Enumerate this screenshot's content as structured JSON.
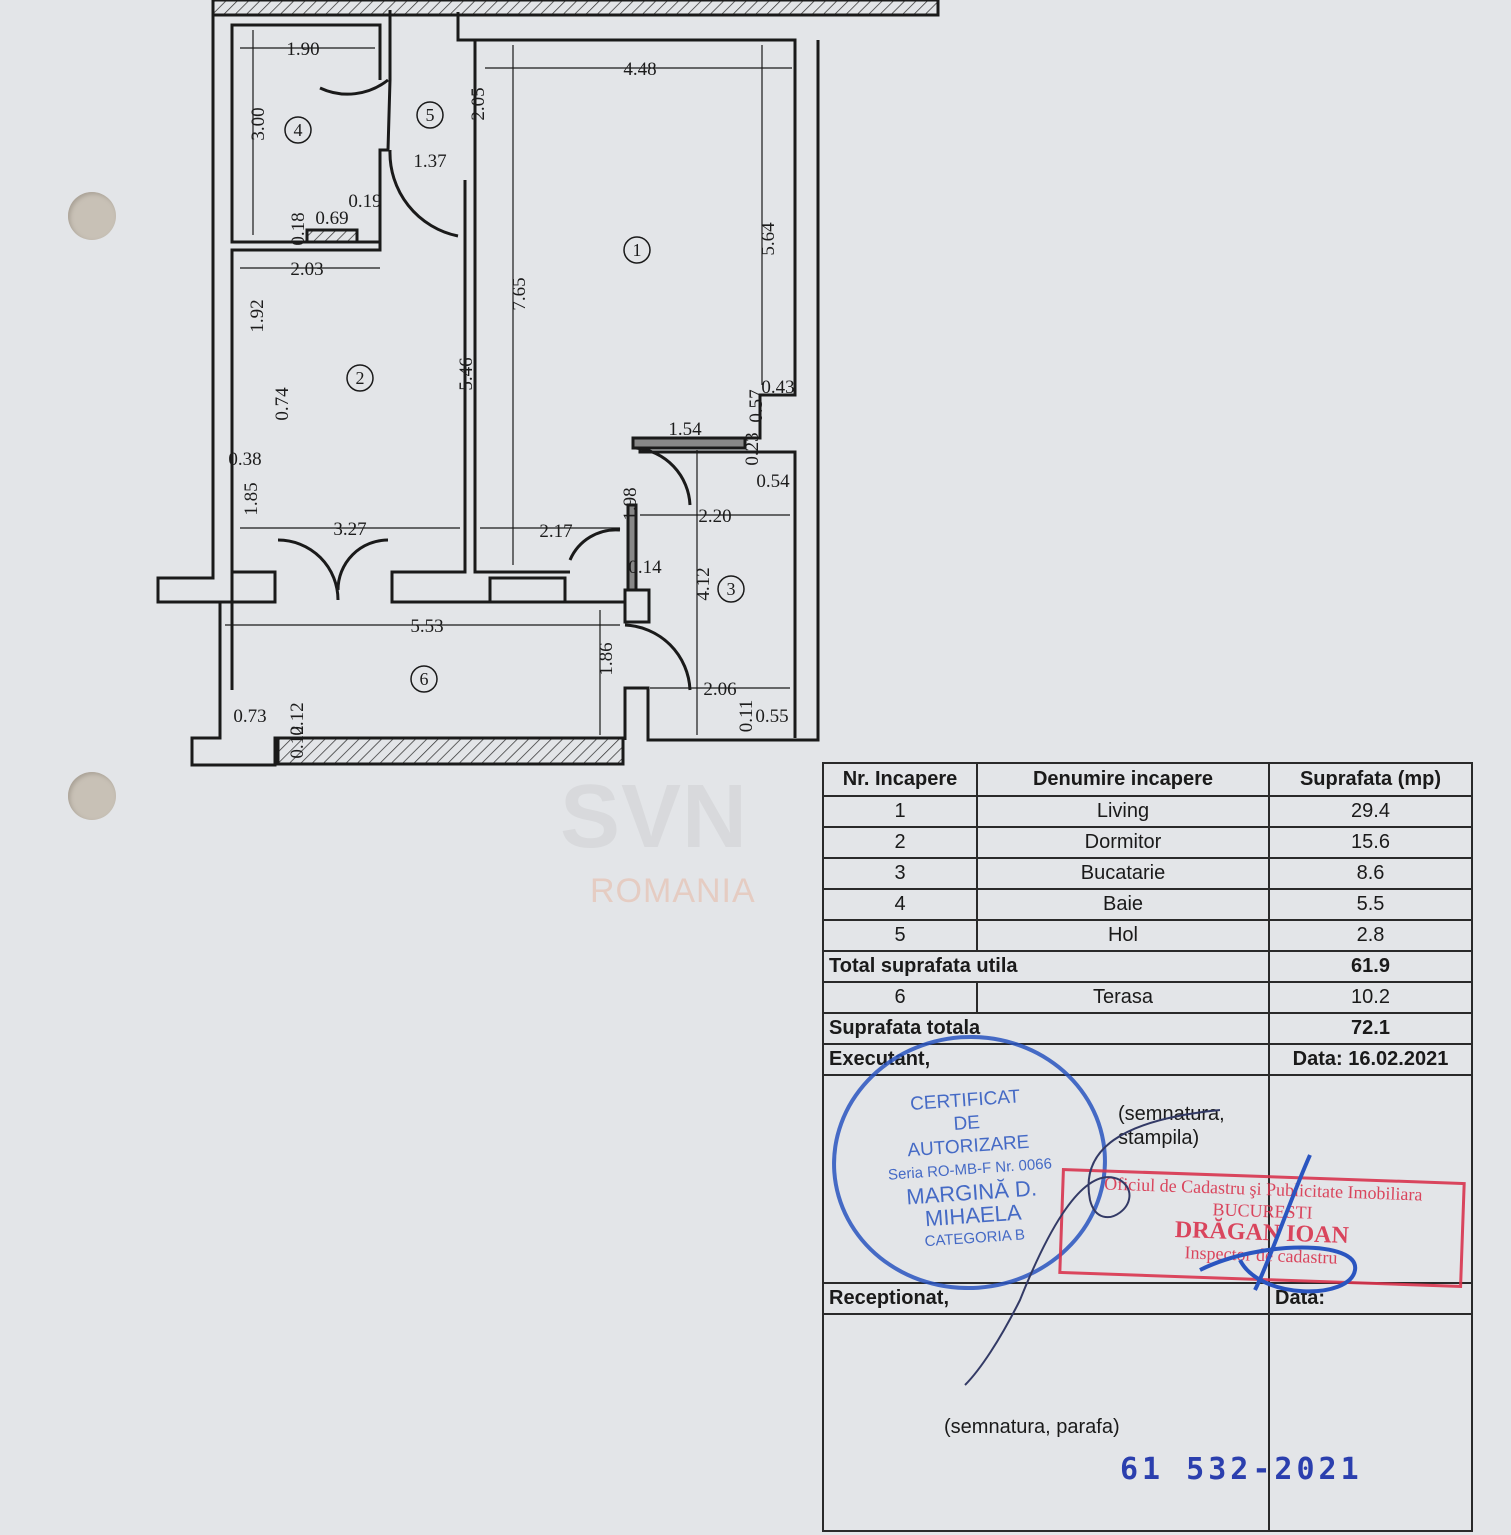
{
  "plan": {
    "room_numbers": [
      "1",
      "2",
      "3",
      "4",
      "5",
      "6"
    ],
    "dimensions": [
      "1.90",
      "4.48",
      "2.05",
      "3.00",
      "1.37",
      "0.19",
      "0.69",
      "0.18",
      "5.64",
      "2.03",
      "7.65",
      "1.92",
      "5.46",
      "0.43",
      "0.74",
      "0.57",
      "1.54",
      "0.38",
      "0.23",
      "0.54",
      "1.85",
      "1.98",
      "2.20",
      "3.27",
      "2.17",
      "0.14",
      "4.12",
      "5.53",
      "1.86",
      "2.06",
      "0.73",
      "0.12",
      "0.55",
      "0.11",
      "0.12"
    ]
  },
  "watermark": {
    "brand": "SVN",
    "sub": "ROMANIA"
  },
  "table": {
    "headers": [
      "Nr. Incapere",
      "Denumire incapere",
      "Suprafata (mp)"
    ],
    "rows": [
      {
        "nr": "1",
        "name": "Living",
        "area": "29.4"
      },
      {
        "nr": "2",
        "name": "Dormitor",
        "area": "15.6"
      },
      {
        "nr": "3",
        "name": "Bucatarie",
        "area": "8.6"
      },
      {
        "nr": "4",
        "name": "Baie",
        "area": "5.5"
      },
      {
        "nr": "5",
        "name": "Hol",
        "area": "2.8"
      }
    ],
    "total_util_label": "Total suprafata utila",
    "total_util": "61.9",
    "terasa": {
      "nr": "6",
      "name": "Terasa",
      "area": "10.2"
    },
    "total_label": "Suprafata totala",
    "total": "72.1",
    "executant": "Executant,",
    "data_exec": "Data: 16.02.2021",
    "sig1": "(semnatura, stampila)",
    "receptionat": "Receptionat,",
    "data_rec": "Data:",
    "sig2": "(semnatura, parafa)"
  },
  "stamps": {
    "blue": [
      "CERTIFICAT",
      "DE",
      "AUTORIZARE",
      "Seria RO-MB-F Nr. 0066",
      "MARGINĂ D.",
      "MIHAELA",
      "CATEGORIA B"
    ],
    "red": [
      "Oficiul de Cadastru şi Publicitate Imobiliara",
      "BUCURESTI",
      "DRĂGAN IOAN",
      "Inspector de cadastru"
    ]
  },
  "registration_number": "61 532-2021",
  "colors": {
    "paper": "#e3e5e8",
    "stamp_blue": "#2a55c0",
    "stamp_red": "#d9344e"
  }
}
